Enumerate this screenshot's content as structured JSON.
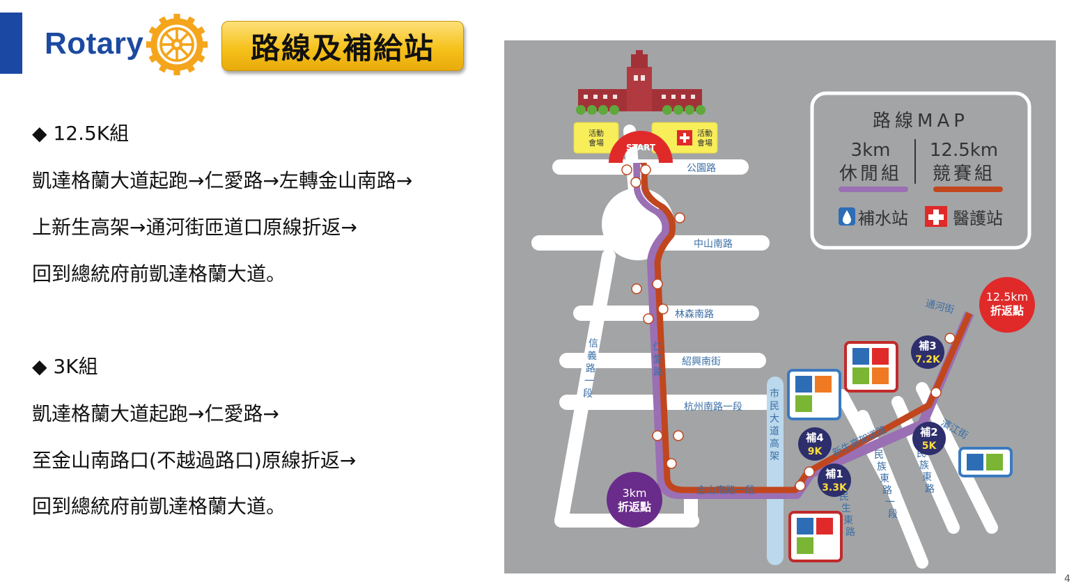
{
  "header": {
    "logo_word": "Rotary",
    "title": "路線及補給站"
  },
  "left": {
    "section_a_title": "◆ 12.5K組",
    "section_a_lines": [
      "凱達格蘭大道起跑→仁愛路→左轉金山南路→",
      "上新生高架→通河街匝道口原線折返→",
      "回到總統府前凱達格蘭大道。"
    ],
    "section_b_title": "◆ 3K組",
    "section_b_lines": [
      "凱達格蘭大道起跑→仁愛路→",
      "至金山南路口(不越過路口)原線折返→",
      "回到總統府前凱達格蘭大道。"
    ]
  },
  "map": {
    "venue_label": "活動\n會場",
    "start_label": "START",
    "roads": {
      "park": "公園路",
      "zhongshan": "中山南路",
      "linsen": "林森南路",
      "shaoxing": "紹興南街",
      "hangzhou": "杭州南路一段",
      "xinyi": "信義路一段",
      "renai": "仁愛路",
      "jinshan": "金山南路一段",
      "civic": "市民大道高架",
      "xinsheng": "新生高架道路",
      "tonghe": "通河街",
      "binjiang": "濱江街",
      "minzu1": "民族東路一段",
      "minzu": "民族東路",
      "minsheng": "民生東路"
    },
    "legend": {
      "title": "路線MAP",
      "course_a_dist": "3km",
      "course_a_name": "休閒組",
      "course_b_dist": "12.5km",
      "course_b_name": "競賽組",
      "water": "補水站",
      "medical": "醫護站",
      "color_a": "#9a6fb3",
      "color_b": "#c1461e"
    },
    "turn_3k": {
      "line1": "3km",
      "line2": "折返點"
    },
    "turn_12k": {
      "line1": "12.5km",
      "line2": "折返點"
    },
    "stations": [
      {
        "name": "補1",
        "dist": "3.3K"
      },
      {
        "name": "補2",
        "dist": "5K"
      },
      {
        "name": "補3",
        "dist": "7.2K"
      },
      {
        "name": "補4",
        "dist": "9K"
      }
    ]
  },
  "page_number": "4"
}
